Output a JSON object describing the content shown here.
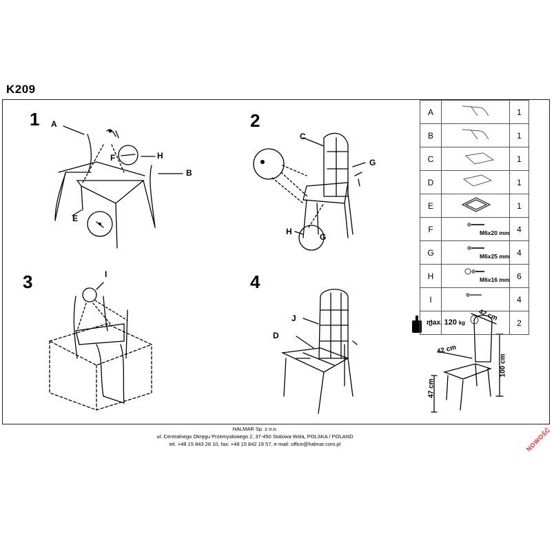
{
  "title": "K209",
  "steps": [
    "1",
    "2",
    "3",
    "4"
  ],
  "labels": {
    "step1": [
      "A",
      "F",
      "H",
      "B",
      "E"
    ],
    "step2": [
      "C",
      "G",
      "H",
      "G"
    ],
    "step3": [
      "I"
    ],
    "step4": [
      "J",
      "D"
    ]
  },
  "parts": [
    {
      "letter": "A",
      "icon": "frame-leg-icon",
      "size": "",
      "qty": "1"
    },
    {
      "letter": "B",
      "icon": "frame-leg-icon",
      "size": "",
      "qty": "1"
    },
    {
      "letter": "C",
      "icon": "backrest-icon",
      "size": "",
      "qty": "1"
    },
    {
      "letter": "D",
      "icon": "seat-cushion-icon",
      "size": "",
      "qty": "1"
    },
    {
      "letter": "E",
      "icon": "seat-frame-icon",
      "size": "",
      "qty": "1"
    },
    {
      "letter": "F",
      "icon": "bolt-icon",
      "size": "M6x20 mm",
      "qty": "4"
    },
    {
      "letter": "G",
      "icon": "bolt-icon",
      "size": "M6x25 mm",
      "qty": "4"
    },
    {
      "letter": "H",
      "icon": "washer-bolt-icon",
      "size": "M6x16 mm",
      "qty": "6"
    },
    {
      "letter": "I",
      "icon": "screw-icon",
      "size": "",
      "qty": "4"
    },
    {
      "letter": "J",
      "icon": "cap-icon",
      "size": "",
      "qty": "2"
    }
  ],
  "max_load": {
    "prefix": "max.",
    "value": "120",
    "unit": "kg"
  },
  "dimensions": {
    "depth": "42 cm",
    "width": "42 cm",
    "height": "100 cm",
    "seat_height": "47 cm"
  },
  "footer": {
    "company": "HALMAR Sp. z o.o.",
    "address": "ul. Centralnego Okręgu Przemysłowego 2, 37-450 Stalowa Wola, POLSKA / POLAND",
    "contact": "tel. +48 15 843 28 10, fax: +48 15 842 19 57, e-mail: office@halmar.com.pl"
  },
  "badge": "NOWOŚĆ",
  "colors": {
    "ink": "#000000",
    "badge": "#ff2a2a",
    "line": "#555555"
  }
}
